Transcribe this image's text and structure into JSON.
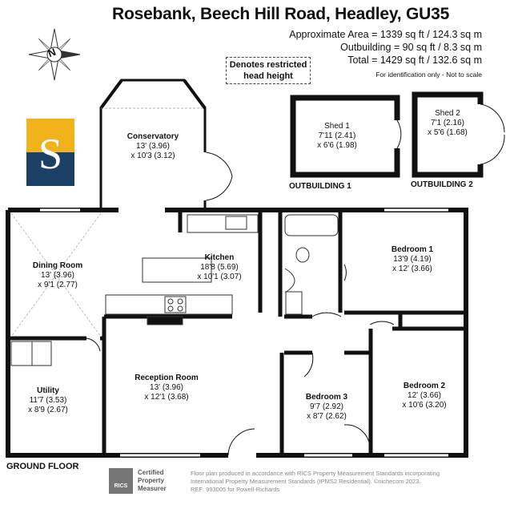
{
  "header": {
    "title": "Rosebank, Beech Hill Road, Headley, GU35",
    "approx_area": "Approximate Area = 1339 sq ft / 124.3 sq m",
    "outbuilding_area": "Outbuilding = 90 sq ft / 8.3 sq m",
    "total_area": "Total = 1429 sq ft / 132.6 sq m",
    "note": "For identification only - Not to scale"
  },
  "restricted": {
    "line1": "Denotes restricted",
    "line2": "head height"
  },
  "logo": {
    "letter": "S",
    "colors": {
      "top": "#f2b21b",
      "bottom": "#1c3f66"
    }
  },
  "compass": {
    "letter": "N",
    "icon": "compass-icon"
  },
  "rooms": {
    "conservatory": {
      "name": "Conservatory",
      "dim1": "13' (3.96)",
      "dim2": "x 10'3 (3.12)"
    },
    "dining": {
      "name": "Dining Room",
      "dim1": "13' (3.96)",
      "dim2": "x 9'1 (2.77)"
    },
    "kitchen": {
      "name": "Kitchen",
      "dim1": "18'8 (5.69)",
      "dim2": "x 10'1 (3.07)"
    },
    "bedroom1": {
      "name": "Bedroom 1",
      "dim1": "13'9 (4.19)",
      "dim2": "x 12' (3.66)"
    },
    "utility": {
      "name": "Utility",
      "dim1": "11'7 (3.53)",
      "dim2": "x 8'9 (2.67)"
    },
    "reception": {
      "name": "Reception Room",
      "dim1": "13' (3.96)",
      "dim2": "x 12'1 (3.68)"
    },
    "bedroom3": {
      "name": "Bedroom 3",
      "dim1": "9'7 (2.92)",
      "dim2": "x 8'7 (2.62)"
    },
    "bedroom2": {
      "name": "Bedroom 2",
      "dim1": "12' (3.66)",
      "dim2": "x 10'6 (3.20)"
    },
    "shed1": {
      "name": "Shed 1",
      "dim1": "7'11 (2.41)",
      "dim2": "x 6'6 (1.98)"
    },
    "shed2": {
      "name": "Shed 2",
      "dim1": "7'1 (2.16)",
      "dim2": "x 5'6 (1.68)"
    }
  },
  "labels": {
    "outbuilding1": "OUTBUILDING 1",
    "outbuilding2": "OUTBUILDING 2",
    "ground_floor": "GROUND FLOOR"
  },
  "footer": {
    "rics_badge": "RICS",
    "rics_line1": "Certified",
    "rics_line2": "Property",
    "rics_line3": "Measurer",
    "line1": "Floor plan produced in accordance with RICS Property Measurement Standards incorporating",
    "line2": "International Property Measurement Standards (IPMS2 Residential). ©nichecom 2023.",
    "line3": "REF: 993005     for Powell-Richards"
  }
}
